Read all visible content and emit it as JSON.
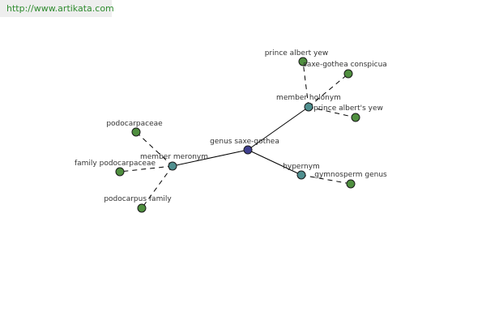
{
  "watermark": {
    "text": "http://www.artikata.com",
    "color": "#2e8b2e"
  },
  "colors": {
    "center": "#3f3f8f",
    "relation": "#4f8f8f",
    "leaf": "#4f8f3f"
  },
  "nodes": [
    {
      "id": "n0",
      "label": "genus saxe-gothea",
      "kind": "center"
    },
    {
      "id": "n1",
      "label": "member holonym",
      "kind": "relation"
    },
    {
      "id": "n2",
      "label": "member meronym",
      "kind": "relation"
    },
    {
      "id": "n3",
      "label": "hypernym",
      "kind": "relation"
    },
    {
      "id": "n4",
      "label": "prince albert yew",
      "kind": "leaf"
    },
    {
      "id": "n5",
      "label": "saxe-gothea conspicua",
      "kind": "leaf"
    },
    {
      "id": "n6",
      "label": "prince albert's yew",
      "kind": "leaf"
    },
    {
      "id": "n7",
      "label": "podocarpaceae",
      "kind": "leaf"
    },
    {
      "id": "n8",
      "label": "family podocarpaceae",
      "kind": "leaf"
    },
    {
      "id": "n9",
      "label": "podocarpus family",
      "kind": "leaf"
    },
    {
      "id": "n10",
      "label": "gymnosperm genus",
      "kind": "leaf"
    }
  ],
  "edges": [
    {
      "from": "n0",
      "to": "n1",
      "style": "solid"
    },
    {
      "from": "n0",
      "to": "n2",
      "style": "solid"
    },
    {
      "from": "n0",
      "to": "n3",
      "style": "solid"
    },
    {
      "from": "n1",
      "to": "n4",
      "style": "dashed"
    },
    {
      "from": "n1",
      "to": "n5",
      "style": "dashed"
    },
    {
      "from": "n1",
      "to": "n6",
      "style": "dashed"
    },
    {
      "from": "n2",
      "to": "n7",
      "style": "dashed"
    },
    {
      "from": "n2",
      "to": "n8",
      "style": "dashed"
    },
    {
      "from": "n2",
      "to": "n9",
      "style": "dashed"
    },
    {
      "from": "n3",
      "to": "n10",
      "style": "dashed"
    }
  ]
}
